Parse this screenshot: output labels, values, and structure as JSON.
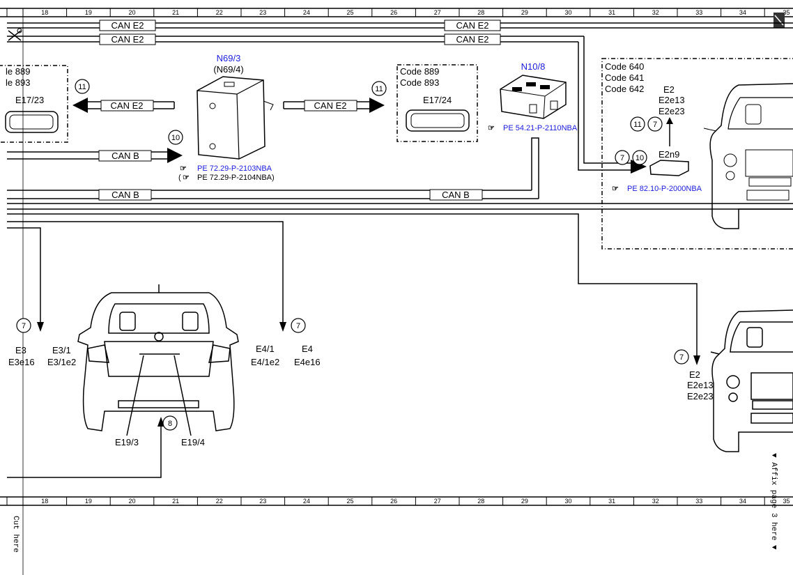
{
  "ruler": {
    "columns": [
      "18",
      "19",
      "20",
      "21",
      "22",
      "23",
      "24",
      "25",
      "26",
      "27",
      "28",
      "29",
      "30",
      "31",
      "32",
      "33",
      "34",
      "35"
    ]
  },
  "bus": {
    "can_e2": "CAN E2",
    "can_b": "CAN B"
  },
  "modules": {
    "n69": {
      "name": "N69/3",
      "alt": "(N69/4)",
      "ref1": "PE 72.29-P-2103NBA",
      "ref2": "(",
      "ref2_text": "PE 72.29-P-2104NBA)"
    },
    "n10": {
      "name": "N10/8",
      "ref": "PE 54.21-P-2110NBA"
    },
    "e2n9": {
      "name": "E2n9",
      "ref": "PE 82.10-P-2000NBA"
    }
  },
  "boxes": {
    "left": {
      "code1": "le 889",
      "code2": "le 893",
      "label": "E17/23"
    },
    "mid": {
      "code1": "Code 889",
      "code2": "Code 893",
      "label": "E17/24"
    },
    "right": {
      "code1": "Code 640",
      "code2": "Code 641",
      "code3": "Code 642"
    }
  },
  "callouts": [
    "11",
    "11",
    "10",
    "7",
    "10",
    "11",
    "7",
    "7",
    "7",
    "8",
    "7"
  ],
  "labels": {
    "e2_top": [
      "E2",
      "E2e13",
      "E2e23"
    ],
    "e3": [
      "E3",
      "E3e16"
    ],
    "e31": [
      "E3/1",
      "E3/1e2"
    ],
    "e41": [
      "E4/1",
      "E4/1e2"
    ],
    "e4": [
      "E4",
      "E4e16"
    ],
    "e19_3": "E19/3",
    "e19_4": "E19/4",
    "e2_bottom": [
      "E2",
      "E2e13",
      "E2e23"
    ]
  },
  "side": {
    "cut_here": "Cut here",
    "affix": "▼ Affix page 3 here ▼"
  },
  "colors": {
    "accent": "#1a1adb"
  }
}
